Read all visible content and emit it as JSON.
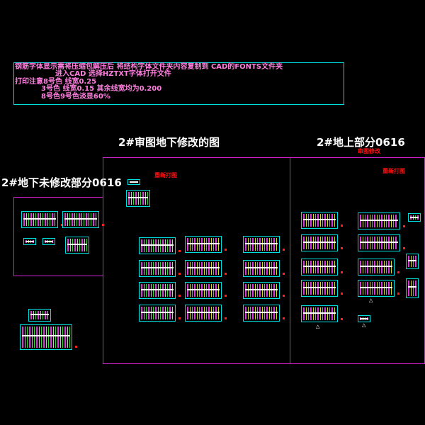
{
  "notes": {
    "lines": [
      "钢筋字体显示需将压缩包解压后 将结构字体文件夹内容复制到 CAD的FONTS文件夹",
      "进入CAD 选择HZTXT字体打开文件",
      "打印注意8号色 线宽0.25",
      "3号色 线宽0.15 其余线宽均为0.200",
      "8号色9号色淡显60%"
    ]
  },
  "sections": {
    "unmodified": {
      "title": "2#地下未修改部分0616"
    },
    "review": {
      "title": "2#审图地下修改的图",
      "tag": "重新打图"
    },
    "above": {
      "title": "2#地上部分0616",
      "tag1": "审图修改",
      "tag2": "重新打图"
    }
  },
  "colors": {
    "note_text": "#ff7fe0",
    "frame": "#d020d0",
    "thumb_border": "#00e0e0",
    "tag": "#ff1010"
  }
}
